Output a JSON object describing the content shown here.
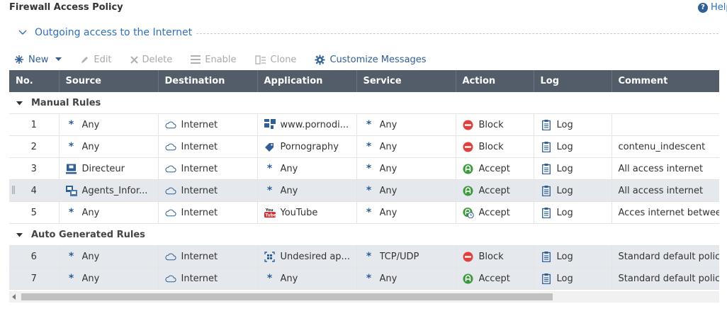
{
  "page": {
    "title": "Firewall Access Policy",
    "help_label": "Help"
  },
  "section": {
    "label": "Outgoing access to the Internet"
  },
  "toolbar": {
    "new_label": "New",
    "edit_label": "Edit",
    "delete_label": "Delete",
    "enable_label": "Enable",
    "clone_label": "Clone",
    "customize_label": "Customize Messages"
  },
  "columns": [
    "No.",
    "Source",
    "Destination",
    "Application",
    "Service",
    "Action",
    "Log",
    "Comment"
  ],
  "groups": {
    "manual": "Manual Rules",
    "auto": "Auto Generated Rules"
  },
  "rows": [
    {
      "no": "1",
      "source": "Any",
      "source_icon": "asterisk-icon",
      "destination": "Internet",
      "application": "www.pornodi...",
      "application_icon": "url-category-icon",
      "service": "Any",
      "action": "Block",
      "log": "Log",
      "comment": ""
    },
    {
      "no": "2",
      "source": "Any",
      "source_icon": "asterisk-icon",
      "destination": "Internet",
      "application": "Pornography",
      "application_icon": "tag-icon",
      "service": "Any",
      "action": "Block",
      "log": "Log",
      "comment": "contenu_indescent"
    },
    {
      "no": "3",
      "source": "Directeur",
      "source_icon": "user-card-icon",
      "destination": "Internet",
      "application": "Any",
      "application_icon": "asterisk-icon",
      "service": "Any",
      "action": "Accept",
      "log": "Log",
      "comment": "All access internet"
    },
    {
      "no": "4",
      "source": "Agents_Infor...",
      "source_icon": "user-group-icon",
      "destination": "Internet",
      "application": "Any",
      "application_icon": "asterisk-icon",
      "service": "Any",
      "action": "Accept",
      "log": "Log",
      "comment": "All access internet"
    },
    {
      "no": "5",
      "source": "Any",
      "source_icon": "asterisk-icon",
      "destination": "Internet",
      "application": "YouTube",
      "application_icon": "youtube-icon",
      "service": "Any",
      "action": "Accept",
      "log": "Log",
      "comment": "Acces internet between"
    },
    {
      "no": "6",
      "source": "Any",
      "source_icon": "asterisk-icon",
      "destination": "Internet",
      "application": "Undesired ap...",
      "application_icon": "undesired-app-icon",
      "service": "TCP/UDP",
      "action": "Block",
      "log": "Log",
      "comment": "Standard default policy"
    },
    {
      "no": "7",
      "source": "Any",
      "source_icon": "asterisk-icon",
      "destination": "Internet",
      "application": "Any",
      "application_icon": "asterisk-icon",
      "service": "Any",
      "action": "Accept",
      "log": "Log",
      "comment": "Standard default policy"
    }
  ],
  "colors": {
    "header_bg": "#535c69",
    "accent": "#2e6fb6",
    "block": "#e0403c",
    "accept": "#3b9a3b",
    "row_shade": "#e5e8ed"
  }
}
